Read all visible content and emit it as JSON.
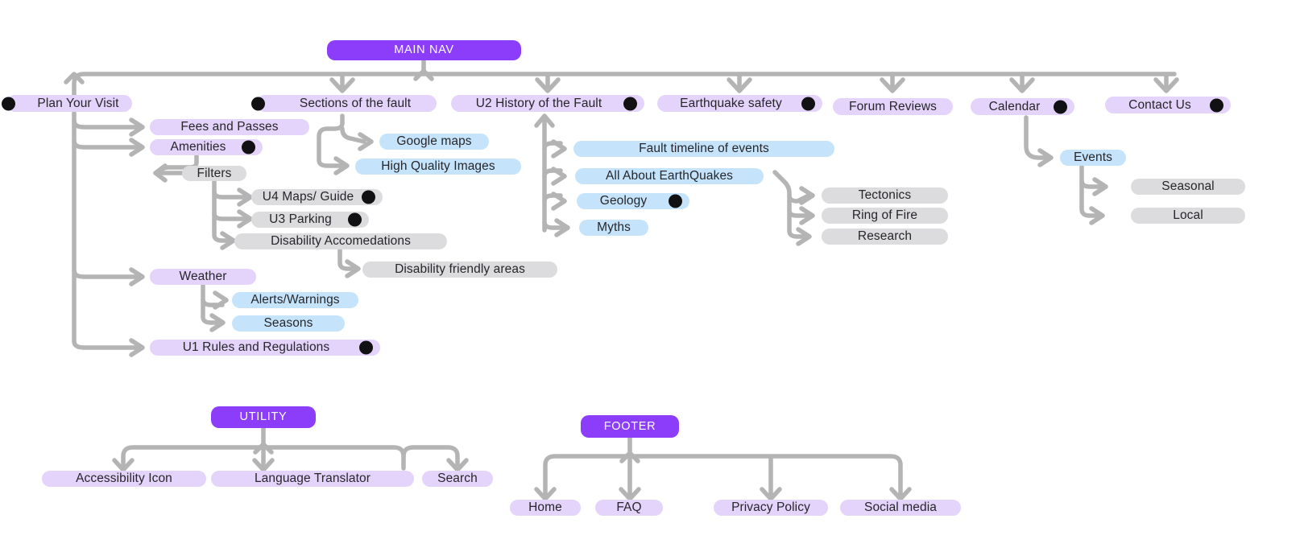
{
  "diagram": {
    "title": "Website sitemap / information architecture",
    "colors": {
      "root": "#8b3dfa",
      "lavender": "#e4d3fa",
      "blue": "#c5e4fb",
      "gray": "#dcdcde",
      "connector": "#b4b4b4",
      "bullet": "#111114",
      "text": "#26262b",
      "background": "#ffffff"
    }
  },
  "roots": {
    "main_nav": "MAIN NAV",
    "utility": "UTILITY",
    "footer": "FOOTER"
  },
  "main_nav_items": [
    {
      "label": "Plan Your Visit",
      "bullet": "left"
    },
    {
      "label": "Sections of the fault",
      "bullet": "left"
    },
    {
      "label": "U2 History of the Fault",
      "bullet": "right"
    },
    {
      "label": "Earthquake safety",
      "bullet": "right"
    },
    {
      "label": "Forum Reviews",
      "bullet": "none"
    },
    {
      "label": "Calendar",
      "bullet": "right"
    },
    {
      "label": "Contact Us",
      "bullet": "right"
    }
  ],
  "plan_your_visit_children": [
    {
      "label": "Fees and Passes",
      "bullet": "none"
    },
    {
      "label": "Amenities",
      "bullet": "right"
    },
    {
      "label": "Weather",
      "bullet": "none"
    },
    {
      "label": "U1 Rules and Regulations",
      "bullet": "right"
    }
  ],
  "amenities_children": [
    {
      "label": "Filters",
      "bullet": "none"
    }
  ],
  "filters_children": [
    {
      "label": "U4 Maps/ Guide",
      "bullet": "right"
    },
    {
      "label": "U3 Parking",
      "bullet": "right"
    },
    {
      "label": "Disability Accomedations",
      "bullet": "none"
    }
  ],
  "disability_children": [
    {
      "label": "Disability friendly areas",
      "bullet": "none"
    }
  ],
  "weather_children": [
    {
      "label": "Alerts/Warnings",
      "bullet": "none"
    },
    {
      "label": "Seasons",
      "bullet": "none"
    }
  ],
  "sections_of_fault_children": [
    {
      "label": "Google maps",
      "bullet": "none"
    },
    {
      "label": "High Quality Images",
      "bullet": "none"
    }
  ],
  "history_children": [
    {
      "label": "Fault timeline of events",
      "bullet": "none"
    },
    {
      "label": "All About EarthQuakes",
      "bullet": "none"
    },
    {
      "label": "Geology",
      "bullet": "right"
    },
    {
      "label": "Myths",
      "bullet": "none"
    }
  ],
  "earthquakes_children": [
    {
      "label": "Tectonics",
      "bullet": "none"
    },
    {
      "label": "Ring of Fire",
      "bullet": "none"
    },
    {
      "label": "Research",
      "bullet": "none"
    }
  ],
  "calendar_children": [
    {
      "label": "Events",
      "bullet": "none"
    }
  ],
  "events_children": [
    {
      "label": "Seasonal",
      "bullet": "none"
    },
    {
      "label": "Local",
      "bullet": "none"
    }
  ],
  "utility_children": [
    {
      "label": "Accessibility Icon",
      "bullet": "none"
    },
    {
      "label": "Language Translator",
      "bullet": "none"
    },
    {
      "label": "Search",
      "bullet": "none"
    }
  ],
  "footer_children": [
    {
      "label": "Home",
      "bullet": "none"
    },
    {
      "label": "FAQ",
      "bullet": "none"
    },
    {
      "label": "Privacy Policy",
      "bullet": "none"
    },
    {
      "label": "Social media",
      "bullet": "none"
    }
  ]
}
